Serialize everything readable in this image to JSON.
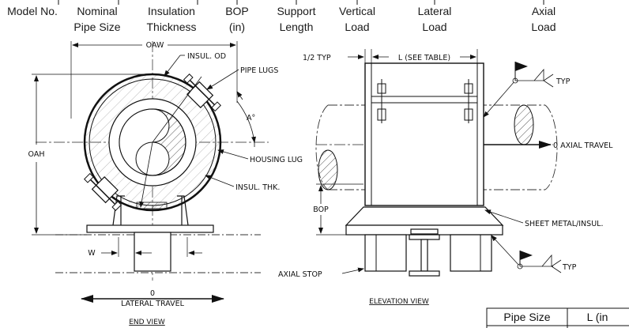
{
  "header": {
    "columns": [
      [
        "Model No."
      ],
      [
        "Nominal",
        "Pipe Size"
      ],
      [
        "Insulation",
        "Thickness"
      ],
      [
        "BOP",
        "(in)"
      ],
      [
        "Support",
        "Length"
      ],
      [
        "Vertical",
        "Load"
      ],
      [
        "Lateral",
        "Load"
      ],
      [
        "Axial",
        "Load"
      ]
    ]
  },
  "end_view": {
    "title": "END VIEW",
    "oaw": "OAW",
    "oah": "OAH",
    "insul_od": "INSUL. OD",
    "pipe_lugs": "PIPE LUGS",
    "angle": "A°",
    "housing_lug": "HOUSING LUG",
    "insul_thk": "INSUL. THK.",
    "w": "W",
    "lateral_value": "0",
    "lateral_travel": "LATERAL TRAVEL"
  },
  "elevation_view": {
    "title": "ELEVATION VIEW",
    "half_typ": "1/2 TYP",
    "l_see_table": "L (SEE TABLE)",
    "typ_top": "TYP",
    "axial_travel": "0 AXIAL TRAVEL",
    "bop": "BOP",
    "sheet_metal": "SHEET METAL/INSUL.",
    "axial_stop": "AXIAL STOP",
    "typ_bottom": "TYP"
  },
  "table": {
    "col1": "Pipe Size",
    "col2": "L (in"
  }
}
